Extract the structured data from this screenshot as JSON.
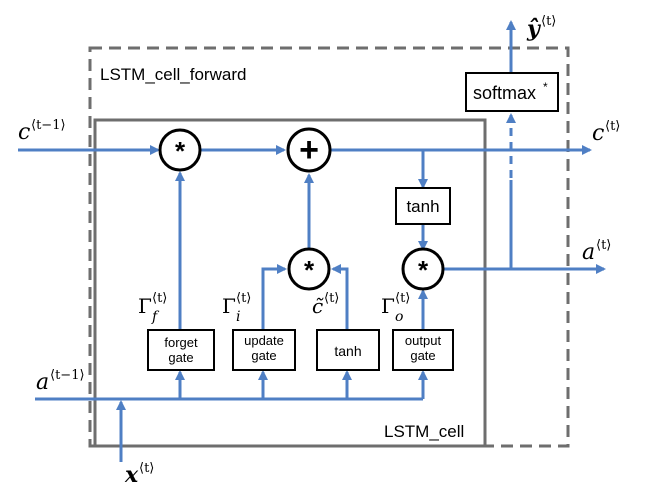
{
  "outer_block": {
    "label": "LSTM_cell_forward"
  },
  "inner_block": {
    "label": "LSTM_cell"
  },
  "softmax": {
    "label": "softmax",
    "mark": "*"
  },
  "ops": {
    "forget_multiply": "*",
    "add": "+",
    "update_multiply": "*",
    "output_multiply": "*"
  },
  "tanh_top": "tanh",
  "gates": {
    "forget": {
      "line1": "forget",
      "line2": "gate"
    },
    "update": {
      "line1": "update",
      "line2": "gate"
    },
    "candidate": {
      "line1": "tanh"
    },
    "output": {
      "line1": "output",
      "line2": "gate"
    }
  },
  "signals": {
    "c_prev": {
      "base": "c",
      "sup": "⟨t−1⟩"
    },
    "c_next": {
      "base": "c",
      "sup": "⟨t⟩"
    },
    "a_prev": {
      "base": "a",
      "sup": "⟨t−1⟩"
    },
    "a_next": {
      "base": "a",
      "sup": "⟨t⟩"
    },
    "x_t": {
      "base": "x",
      "sup": "⟨t⟩"
    },
    "y_hat": {
      "base": "ŷ",
      "sup": "⟨t⟩"
    },
    "gamma_f": {
      "base": "Γ",
      "sub": "f",
      "sup": "⟨t⟩"
    },
    "gamma_i": {
      "base": "Γ",
      "sub": "i",
      "sup": "⟨t⟩"
    },
    "c_tilde": {
      "base": "c̃",
      "sup": "⟨t⟩"
    },
    "gamma_o": {
      "base": "Γ",
      "sub": "o",
      "sup": "⟨t⟩"
    }
  },
  "colors": {
    "wire": "#4f7fc4",
    "box_border": "#000000",
    "outer_border": "#6e6e6e",
    "inner_border": "#6e6e6e"
  }
}
